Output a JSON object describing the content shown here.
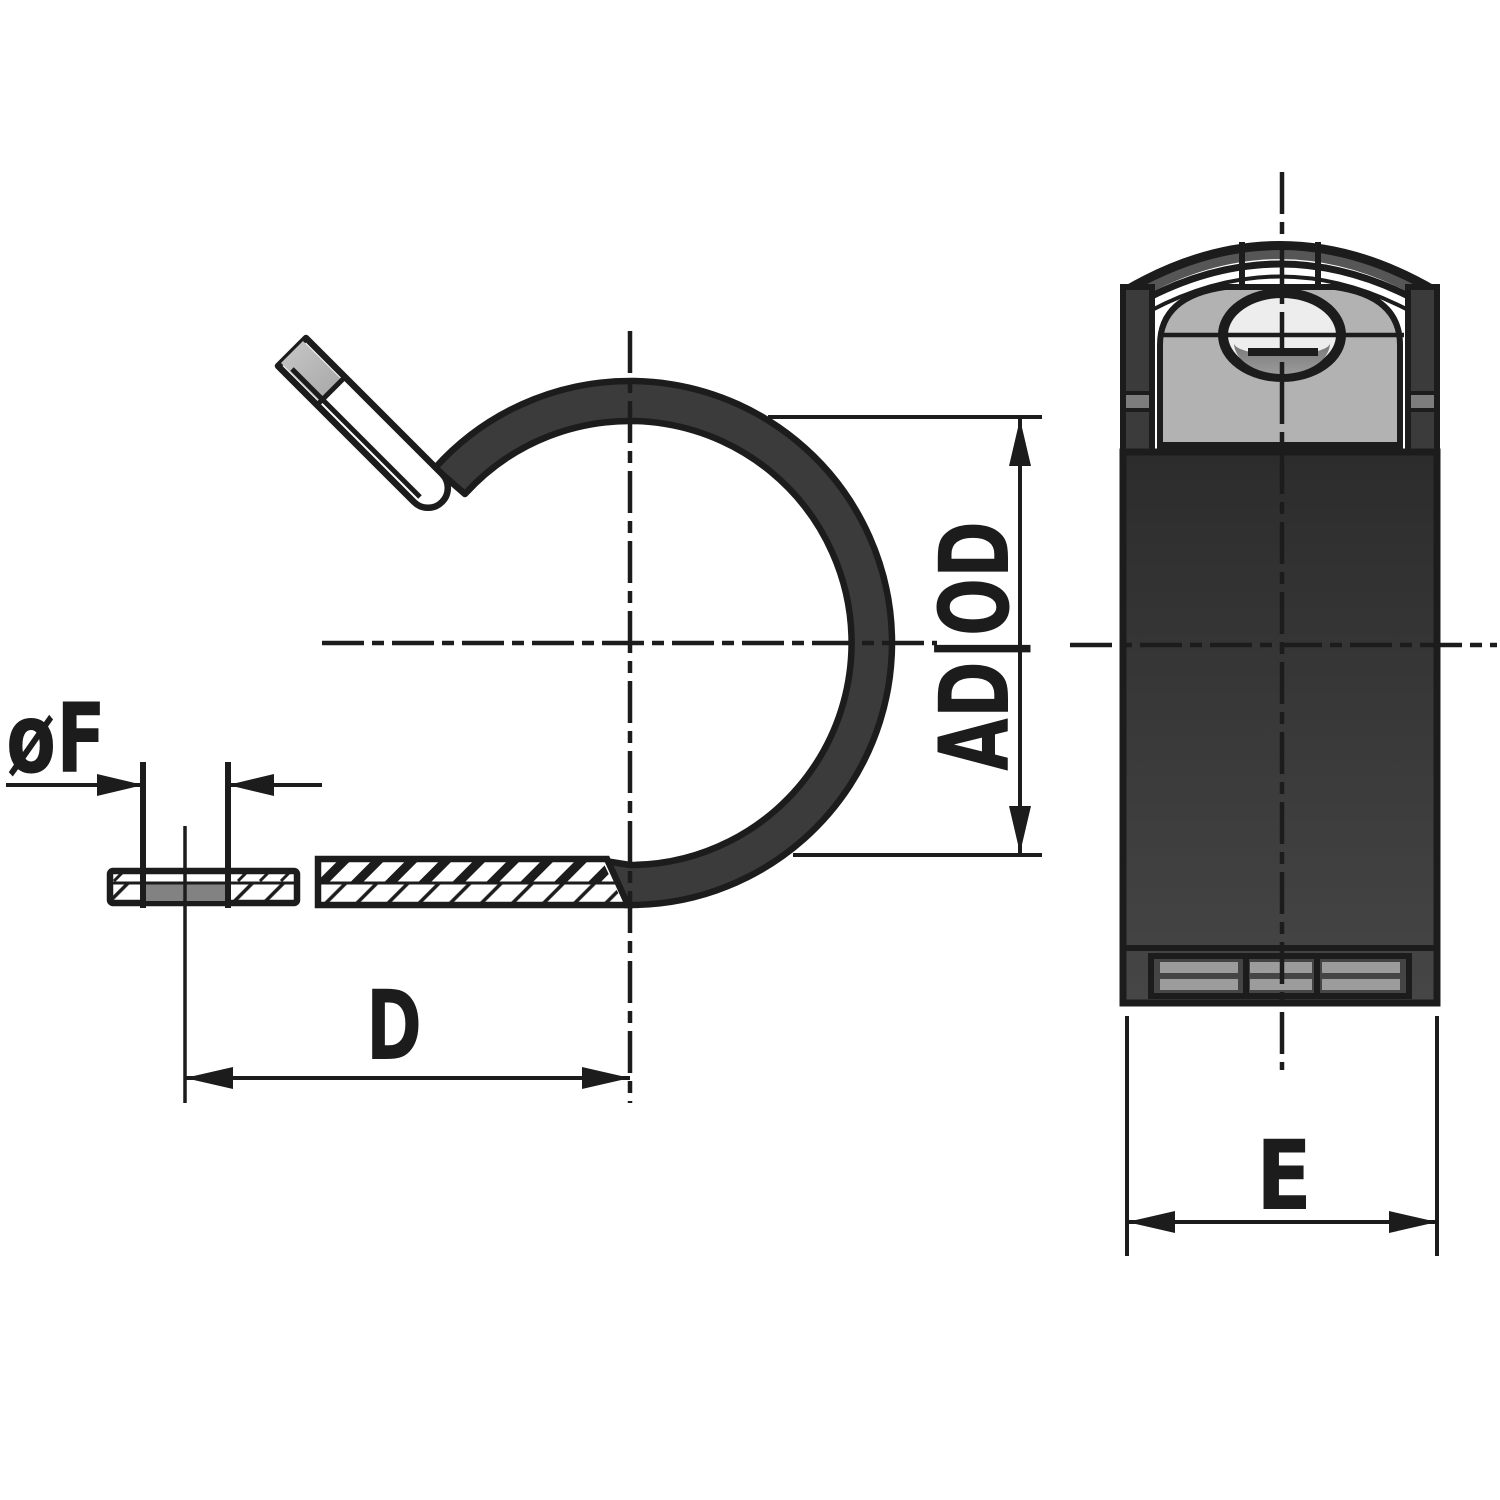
{
  "background": "#ffffff",
  "ink": "#1c1c1c",
  "colors": {
    "band_dark": "#3b3b3b",
    "body_top": "#2c2c2c",
    "body_bottom": "#464646",
    "tab_gray": "#b2b2b2",
    "dome_band_gray": "#565656",
    "notch_gray": "#7d7d7d",
    "stripe_gray": "#9c9c9c",
    "hole_highlight": "#ededed",
    "hole_shadow": "#787878",
    "tail_shade_gray": "#a5a5a5",
    "foot_hole_gray": "#828282"
  },
  "dimensions": {
    "front_view": {
      "hole_diameter_label": "øF",
      "hole_offset_label": "D",
      "inner_diameter_label": "AD|OD"
    },
    "side_view": {
      "band_width_label": "E"
    }
  }
}
